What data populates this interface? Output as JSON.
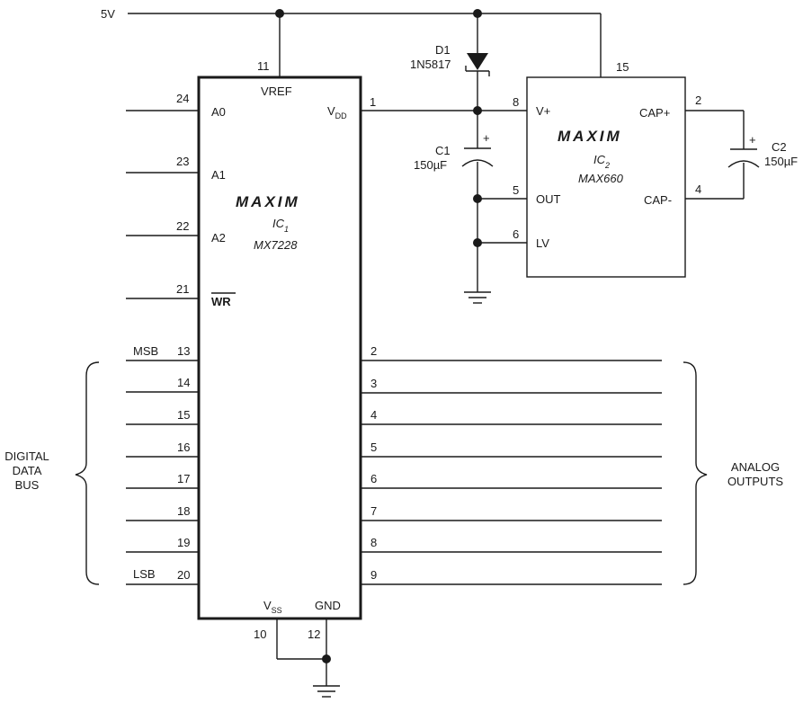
{
  "supply_label": "5V",
  "ic1": {
    "logo": "MAXIM",
    "ref": "IC",
    "ref_sub": "1",
    "part": "MX7228",
    "pins": {
      "vref_num": "11",
      "vref_label": "VREF",
      "vdd_num": "1",
      "vdd_label": "V",
      "vdd_sub": "DD",
      "a0_num": "24",
      "a0_label": "A0",
      "a1_num": "23",
      "a1_label": "A1",
      "a2_num": "22",
      "a2_label": "A2",
      "wr_num": "21",
      "wr_label": "WR",
      "vss_num": "10",
      "vss_label": "V",
      "vss_sub": "SS",
      "gnd_num": "12",
      "gnd_label": "GND"
    },
    "data_pins": [
      "13",
      "14",
      "15",
      "16",
      "17",
      "18",
      "19",
      "20"
    ],
    "output_pins": [
      "2",
      "3",
      "4",
      "5",
      "6",
      "7",
      "8",
      "9"
    ]
  },
  "ic2": {
    "logo": "MAXIM",
    "ref": "IC",
    "ref_sub": "2",
    "part": "MAX660",
    "pins": {
      "vplus_num": "8",
      "vplus_label": "V+",
      "out_num": "5",
      "out_label": "OUT",
      "lv_num": "6",
      "lv_label": "LV",
      "capp_num": "2",
      "capp_label": "CAP+",
      "capm_num": "4",
      "capm_label": "CAP-",
      "top_num": "15"
    }
  },
  "d1": {
    "ref": "D1",
    "part": "1N5817"
  },
  "c1": {
    "ref": "C1",
    "value": "150µF",
    "polarity": "+"
  },
  "c2": {
    "ref": "C2",
    "value": "150µF",
    "polarity": "+"
  },
  "msb_label": "MSB",
  "lsb_label": "LSB",
  "digital_bus": [
    "DIGITAL",
    "DATA",
    "BUS"
  ],
  "analog_outputs": [
    "ANALOG",
    "OUTPUTS"
  ]
}
